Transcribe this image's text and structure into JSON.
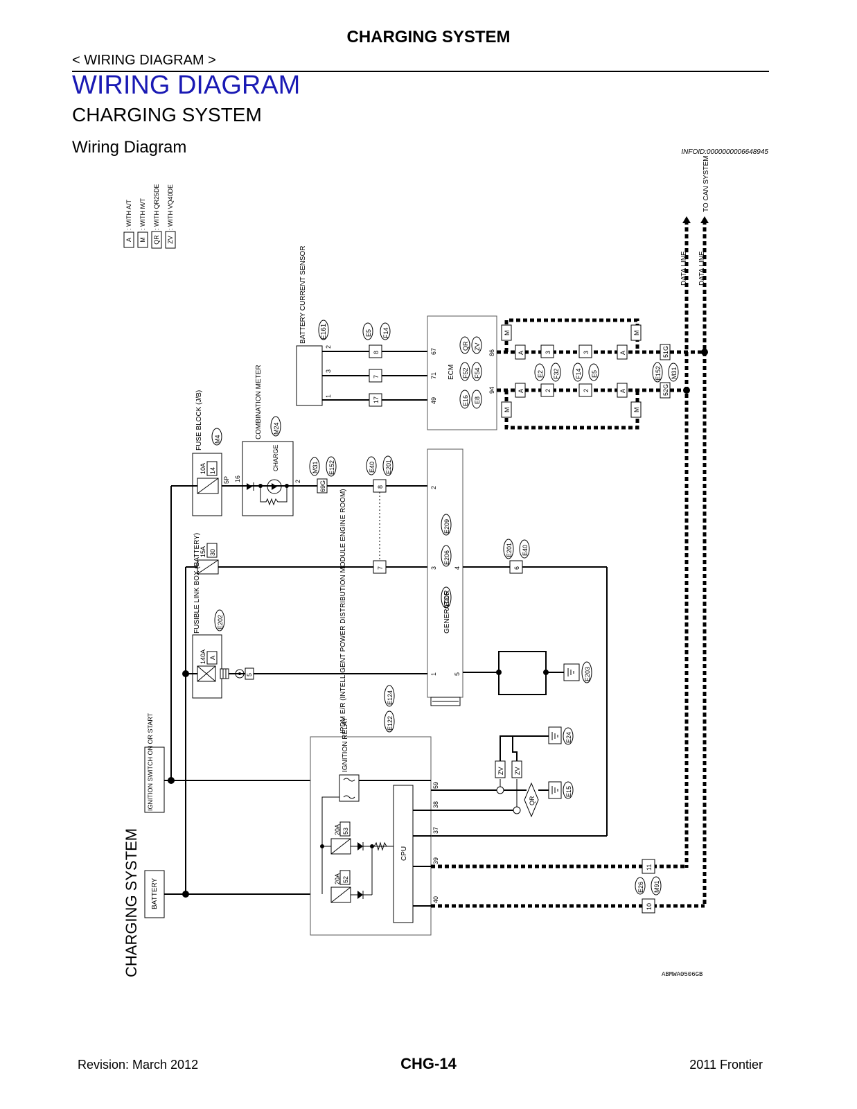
{
  "header": {
    "title": "CHARGING SYSTEM",
    "breadcrumb": "< WIRING DIAGRAM >"
  },
  "section_title": "WIRING DIAGRAM",
  "subsection_title": "CHARGING SYSTEM",
  "subheading": "Wiring Diagram",
  "info_id": "INFOID:0000000006648945",
  "side_label": "CHARGING SYSTEM",
  "legend": [
    {
      "code": "A",
      "text": ": WITH A/T"
    },
    {
      "code": "M",
      "text": ": WITH M/T"
    },
    {
      "code": "QR",
      "text": ": WITH QR25DE"
    },
    {
      "code": "ZV",
      "text": ": WITH VQ40DE"
    }
  ],
  "can": {
    "to_can": "TO CAN SYSTEM",
    "data_line": "DATA LINE"
  },
  "components": {
    "battery_current_sensor": "BATTERY CURRENT SENSOR",
    "ecm": "ECM",
    "fuse_block": "FUSE BLOCK (J/B)",
    "combination_meter": "COMBINATION METER",
    "charge": "CHARGE",
    "fusible_link_box": "FUSIBLE LINK BOX (BATTERY)",
    "generator": "GENERATOR",
    "ipdm": "IPDM E/R (INTELLIGENT POWER DISTRIBUTION MODULE ENGINE ROOM)",
    "ignition_relay": "IGNITION RELAY",
    "cpu": "CPU",
    "ignition_switch": "IGNITION SWITCH ON OR START",
    "battery": "BATTERY"
  },
  "connectors": {
    "E161": "E161",
    "E5": "E5",
    "F14": "F14",
    "QR": "QR",
    "ZV": "ZV",
    "F52": "F52",
    "F54": "F54",
    "E16": "E16",
    "E8": "E8",
    "M": "M",
    "A": "A",
    "E2": "E2",
    "F32": "F32",
    "E152": "E152",
    "M31": "M31",
    "51G": "51G",
    "52G": "52G",
    "M4": "M4",
    "M24": "M24",
    "E40": "E40",
    "E201": "E201",
    "69G": "69G",
    "E205": "E205",
    "E206": "E206",
    "E209": "E209",
    "E202": "E202",
    "E203": "E203",
    "E122": "E122",
    "E124": "E124",
    "E24": "E24",
    "E15": "E15",
    "E26": "E26",
    "M91": "M91"
  },
  "pins": {
    "p2": "2",
    "p3": "3",
    "p1": "1",
    "p8": "8",
    "p7": "7",
    "p17": "17",
    "p67": "67",
    "p71": "71",
    "p49": "49",
    "p86": "86",
    "p94": "94",
    "p10A": "10A",
    "p14": "14",
    "p5P": "5P",
    "p16": "16",
    "p15A": "15A",
    "p30": "30",
    "p4": "4",
    "p6": "6",
    "p140A": "140A",
    "pA": "A",
    "p5": "5",
    "p59": "59",
    "p38": "38",
    "p37": "37",
    "p39": "39",
    "p40": "40",
    "p20A": "20A",
    "p53": "53",
    "p52": "52",
    "p11": "11",
    "p10": "10"
  },
  "figure_id": "ABMWA0506GB",
  "footer": {
    "revision": "Revision: March 2012",
    "page": "CHG-14",
    "model": "2011 Frontier"
  }
}
